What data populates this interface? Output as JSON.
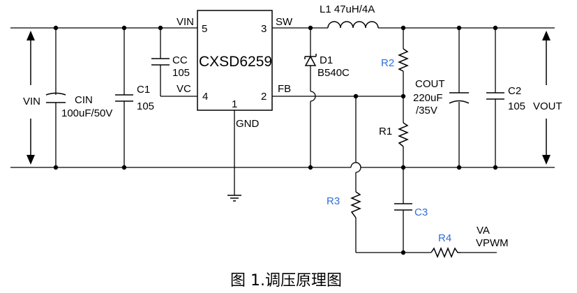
{
  "ic": {
    "name": "CXSD6259",
    "pins": {
      "vin": "VIN",
      "vin_num": "5",
      "sw": "SW",
      "sw_num": "3",
      "vc": "VC",
      "vc_num": "4",
      "fb": "FB",
      "fb_num": "2",
      "gnd": "GND",
      "gnd_num": "1"
    }
  },
  "components": {
    "l1": "L1 47uH/4A",
    "d1_name": "D1",
    "d1_value": "B540C",
    "cc_name": "CC",
    "cc_value": "105",
    "cin_name": "CIN",
    "cin_value": "100uF/50V",
    "c1_name": "C1",
    "c1_value": "105",
    "r2": "R2",
    "r1": "R1",
    "r3": "R3",
    "r4": "R4",
    "c3": "C3",
    "cout_name": "COUT",
    "cout_value1": "220uF",
    "cout_value2": "/35V",
    "c2_name": "C2",
    "c2_value": "105"
  },
  "nets": {
    "vin": "VIN",
    "vout": "VOUT",
    "va": "VA",
    "vpwm": "VPWM"
  },
  "caption": "图 1.调压原理图",
  "colors": {
    "line": "#000000",
    "resistor_label": "#2f6fd6"
  }
}
